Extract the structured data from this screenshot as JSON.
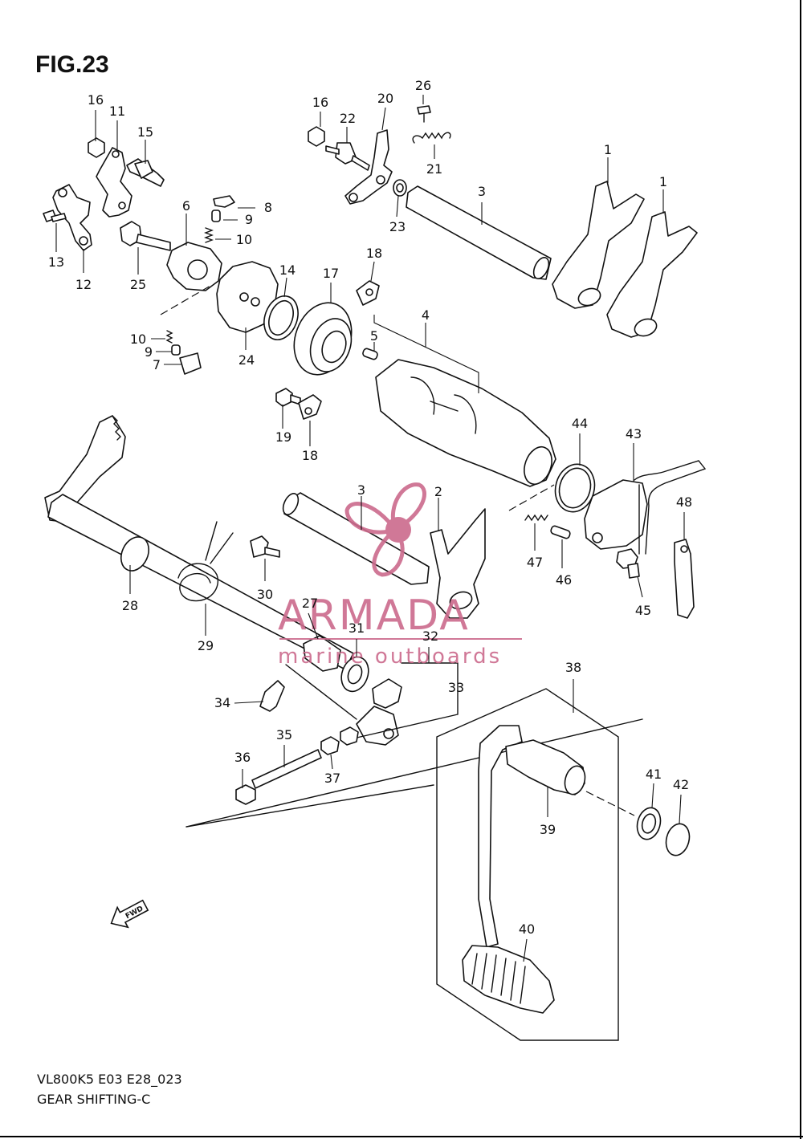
{
  "figure": {
    "title": "FIG.23",
    "model_code": "VL800K5 E03 E28_023",
    "section_name": "GEAR SHIFTING-C"
  },
  "watermark": {
    "brand": "ARMADA",
    "tagline": "marine outboards",
    "color": "#cc6a8c"
  },
  "direction_arrow": {
    "label": "FWD",
    "icon": "fwd-arrow-icon"
  },
  "callouts": [
    "1",
    "1",
    "2",
    "3",
    "3",
    "4",
    "5",
    "6",
    "7",
    "8",
    "9",
    "9",
    "10",
    "10",
    "11",
    "12",
    "13",
    "14",
    "15",
    "16",
    "16",
    "17",
    "18",
    "18",
    "19",
    "20",
    "21",
    "22",
    "23",
    "24",
    "25",
    "26",
    "27",
    "28",
    "29",
    "30",
    "31",
    "32",
    "33",
    "34",
    "35",
    "36",
    "37",
    "38",
    "39",
    "40",
    "41",
    "42",
    "43",
    "44",
    "45",
    "46",
    "47",
    "48"
  ]
}
